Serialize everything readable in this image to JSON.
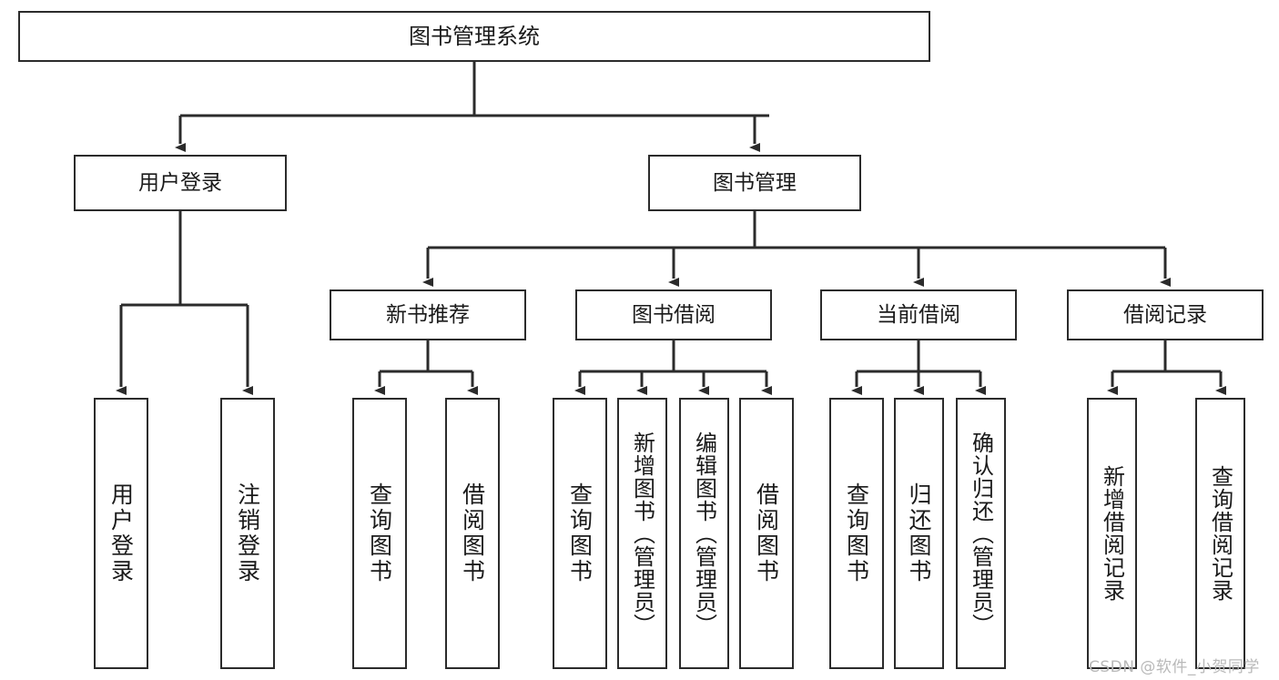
{
  "diagram": {
    "title": "图书管理系统",
    "type": "tree-hierarchy",
    "levels": {
      "root": {
        "label": "图书管理系统"
      },
      "level1": [
        {
          "label": "用户登录"
        },
        {
          "label": "图书管理"
        }
      ],
      "level2": [
        {
          "label": "新书推荐"
        },
        {
          "label": "图书借阅"
        },
        {
          "label": "当前借阅"
        },
        {
          "label": "借阅记录"
        }
      ],
      "leaves": {
        "user_login": [
          {
            "label": "用户登录"
          },
          {
            "label": "注销登录"
          }
        ],
        "new_book": [
          {
            "label": "查询图书"
          },
          {
            "label": "借阅图书"
          }
        ],
        "borrow_book": [
          {
            "label": "查询图书"
          },
          {
            "label": "新增图书（管理员）"
          },
          {
            "label": "编辑图书（管理员）"
          },
          {
            "label": "借阅图书"
          }
        ],
        "current_borrow": [
          {
            "label": "查询图书"
          },
          {
            "label": "归还图书"
          },
          {
            "label": "确认归还（管理员）"
          }
        ],
        "borrow_record": [
          {
            "label": "新增借阅记录"
          },
          {
            "label": "查询借阅记录"
          }
        ]
      }
    },
    "watermark": "CSDN @软件_小贺同学",
    "colors": {
      "stroke": "#2b2b2b",
      "fill": "#ffffff",
      "text": "#1a1a1a",
      "watermark": "#b9b9b9"
    }
  }
}
